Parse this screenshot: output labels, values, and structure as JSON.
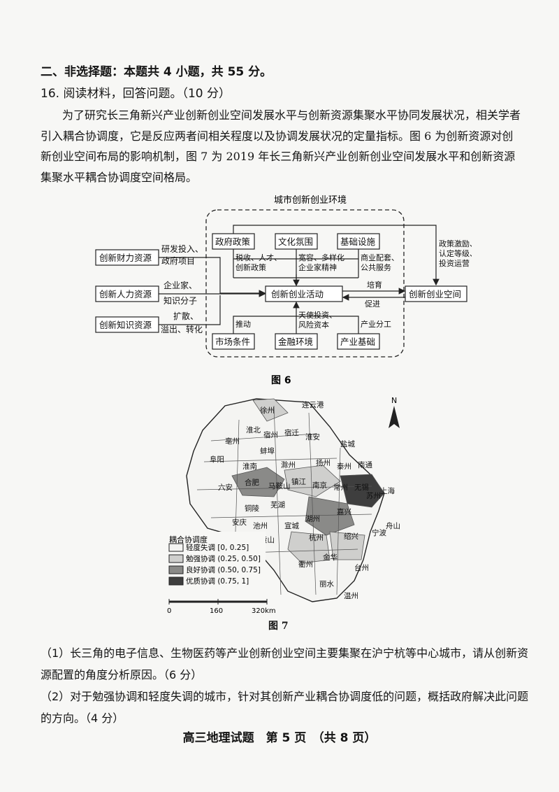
{
  "section_title": "二、非选择题：本题共 4 小题，共 55 分。",
  "question_title": "16. 阅读材料，回答问题。（10 分）",
  "material": "为了研究长三角新兴产业创新创业空间发展水平与创新资源集聚水平协同发展状况，相关学者引入耦合协调度，它是反应两者间相关程度以及协调发展状况的定量指标。图 6 为创新资源对创新创业空间布局的影响机制，图 7 为 2019 年长三角新兴产业创新创业空间发展水平和创新资源集聚水平耦合协调度空间格局。",
  "fig6": {
    "env_title": "城市创新创业环境",
    "boxes": {
      "policy": "政府政策",
      "culture": "文化氛围",
      "infra": "基础设施",
      "finance_res": "创新财力资源",
      "human_res": "创新人力资源",
      "knowledge_res": "创新知识资源",
      "activity": "创新创业活动",
      "space": "创新创业空间",
      "market": "市场条件",
      "finance_env": "金融环境",
      "industry": "产业基础"
    },
    "labels": {
      "rd_1": "研发投入、",
      "rd_2": "政府项目",
      "ent_1": "企业家、",
      "ent_2": "知识分子",
      "spread_1": "扩散、",
      "spread_2": "溢出、转化",
      "tax_1": "税收、人才、",
      "tax_2": "创新政策",
      "tol_1": "宽容、多样化",
      "tol_2": "企业家精神",
      "com_1": "商业配套、",
      "com_2": "公共服务",
      "gov_1": "政策激励、",
      "gov_2": "认定等级、",
      "gov_3": "投资运营",
      "cultivate": "培育",
      "promote": "促进",
      "push": "推动",
      "angel_1": "天使投资、",
      "angel_2": "风险资本",
      "division": "产业分工"
    },
    "caption": "图 6"
  },
  "fig7": {
    "north": "N",
    "cities": [
      "连云港",
      "徐州",
      "淮北",
      "宿州",
      "宿迁",
      "淮安",
      "盐城",
      "亳州",
      "蚌埠",
      "阜阳",
      "淮南",
      "滁州",
      "扬州",
      "泰州",
      "南通",
      "六安",
      "合肥",
      "马鞍山",
      "镇江",
      "南京",
      "常州",
      "无锡",
      "苏州",
      "上海",
      "铜陵",
      "芜湖",
      "安庆",
      "池州",
      "宣城",
      "湖州",
      "嘉兴",
      "黄山",
      "杭州",
      "绍兴",
      "宁波",
      "舟山",
      "衢州",
      "金华",
      "台州",
      "丽水",
      "温州"
    ],
    "legend_title": "耦合协调度",
    "legend": [
      {
        "label": "轻度失调",
        "range": "[0, 0.25]",
        "color": "#f4f4f2"
      },
      {
        "label": "勉强协调",
        "range": "(0.25, 0.50]",
        "color": "#cfcfcd"
      },
      {
        "label": "良好协调",
        "range": "(0.50, 0.75]",
        "color": "#8a8a88"
      },
      {
        "label": "优质协调",
        "range": "(0.75, 1]",
        "color": "#3e3e3e"
      }
    ],
    "scale": [
      "0",
      "160",
      "320km"
    ],
    "caption": "图 7"
  },
  "q1": "（1）长三角的电子信息、生物医药等产业创新创业空间主要集聚在沪宁杭等中心城市，请从创新资源配置的角度分析原因。（6 分）",
  "q2": "（2）对于勉强协调和轻度失调的城市，针对其创新产业耦合协调度低的问题，概括政府解决此问题的方向。（4 分）",
  "footer": "高三地理试题　第 5 页　（共 8 页）"
}
